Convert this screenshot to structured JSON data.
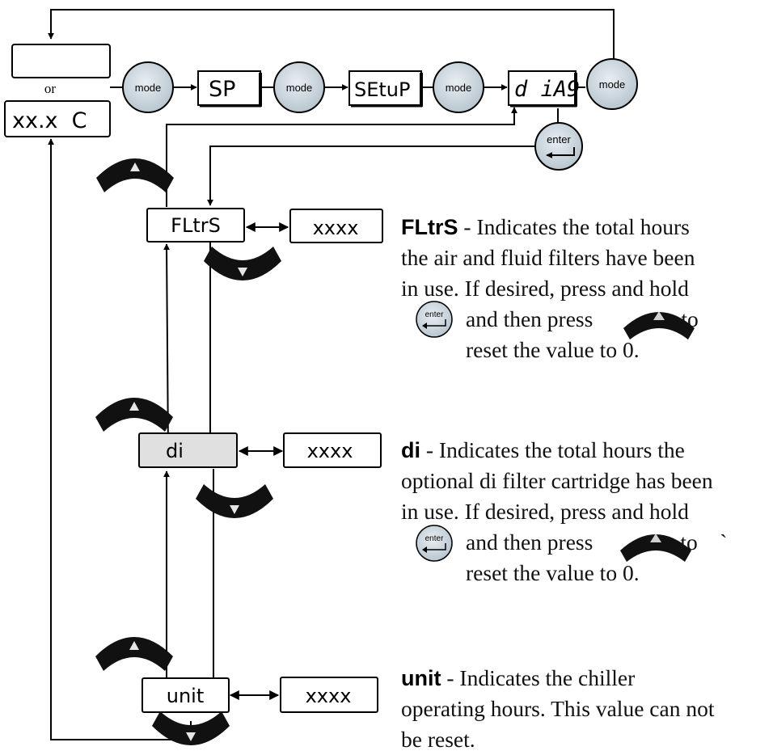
{
  "top_row": {
    "or_label": "or",
    "temp_display": "xx.x  C",
    "mode_button_label": "mode",
    "enter_button_label": "enter",
    "sp_display": "SP",
    "setup_display": "SEtuP",
    "diag_display": "d iA9"
  },
  "menu": {
    "fltrs": {
      "label": "FLtrS",
      "value": "xxxx"
    },
    "di": {
      "label": "di",
      "value": "xxxx"
    },
    "unit": {
      "label": "unit",
      "value": "xxxx"
    }
  },
  "descriptions": {
    "fltrs": {
      "term": "FLtrS",
      "dash": " - ",
      "line1": "Indicates the total hours",
      "line2": "the air and fluid filters have been",
      "line3": "in use. If  desired, press and hold",
      "line4a": "and then press",
      "line4b": "to",
      "line5": "reset the value to 0."
    },
    "di": {
      "term": "di",
      "dash": " - ",
      "line1": "Indicates the total hours the",
      "line2": "optional di filter cartridge has been",
      "line3": "in use. If  desired, press and hold",
      "line4a": "and then press",
      "line4b": "to    `",
      "line5": "reset the value to 0."
    },
    "unit": {
      "term": "unit",
      "dash": " - ",
      "line1": "Indicates the chiller",
      "line2": "operating hours. This value can not",
      "line3": "be reset."
    }
  }
}
